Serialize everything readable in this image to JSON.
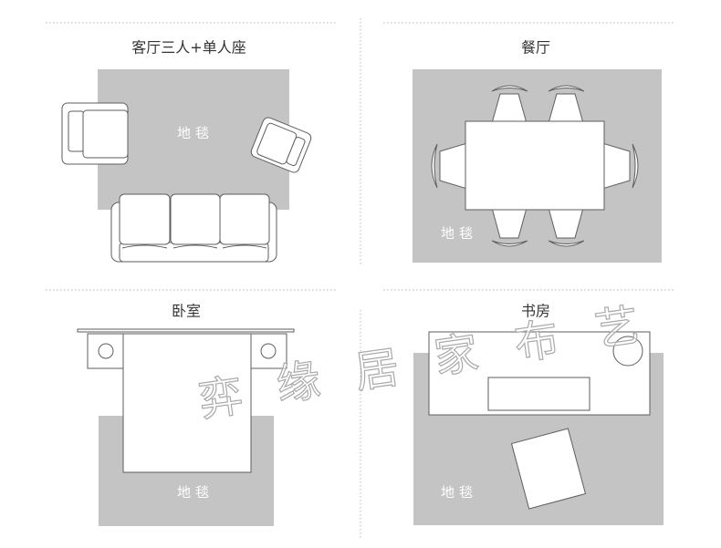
{
  "colors": {
    "rug": "#c4c4c4",
    "line": "#5e5e5e",
    "divider": "#b5b5b5",
    "title": "#333333",
    "rug_label": "#ffffff",
    "watermark": "#a9a9a9"
  },
  "panels": {
    "living_room": {
      "title": "客厅三人+单人座",
      "rug_label": "地毯"
    },
    "dining_room": {
      "title": "餐厅",
      "rug_label": "地毯"
    },
    "bedroom": {
      "title": "卧室",
      "rug_label": "地毯"
    },
    "study": {
      "title": "书房",
      "rug_label": "地毯"
    }
  },
  "watermark": {
    "chars": [
      "弈",
      "缘",
      "居",
      "家",
      "布",
      "艺"
    ]
  }
}
